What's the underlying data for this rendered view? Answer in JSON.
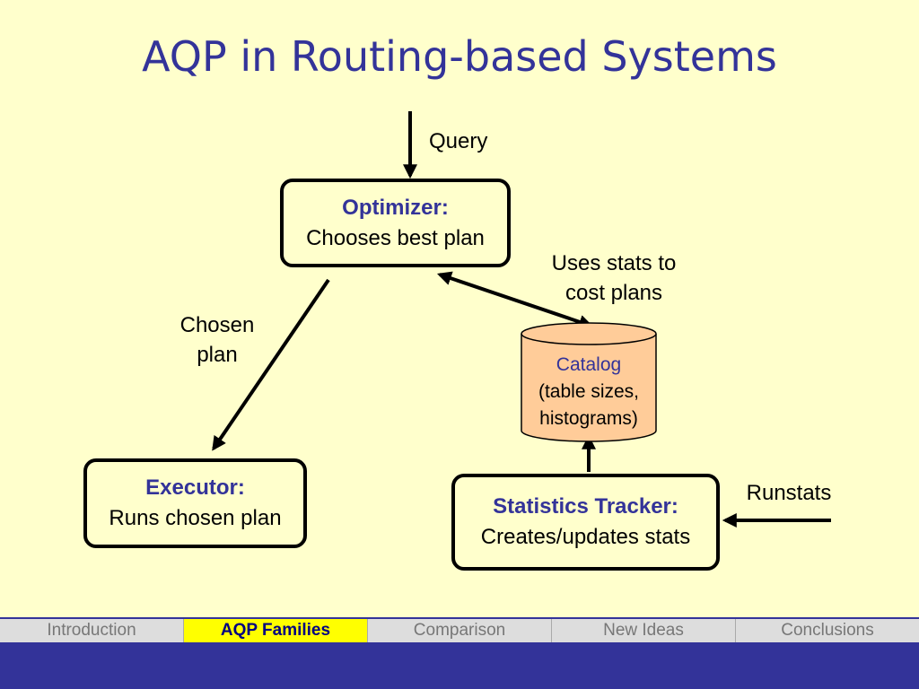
{
  "title": "AQP in Routing-based Systems",
  "diagram": {
    "optimizer": {
      "head": "Optimizer:",
      "body": "Chooses best plan"
    },
    "executor": {
      "head": "Executor:",
      "body": "Runs chosen plan"
    },
    "tracker": {
      "head": "Statistics Tracker:",
      "body": "Creates/updates stats"
    },
    "catalog": {
      "head": "Catalog",
      "line1": "(table sizes,",
      "line2": "histograms)"
    },
    "labels": {
      "query": "Query",
      "chosen_line1": "Chosen",
      "chosen_line2": "plan",
      "uses_line1": "Uses stats to",
      "uses_line2": "cost plans",
      "runstats": "Runstats"
    },
    "colors": {
      "catalog_fill": "#FFCC99",
      "accent": "#333399",
      "background": "#FFFFCC"
    }
  },
  "nav": {
    "items": [
      "Introduction",
      "AQP Families",
      "Comparison",
      "New Ideas",
      "Conclusions"
    ],
    "active": "AQP Families"
  }
}
